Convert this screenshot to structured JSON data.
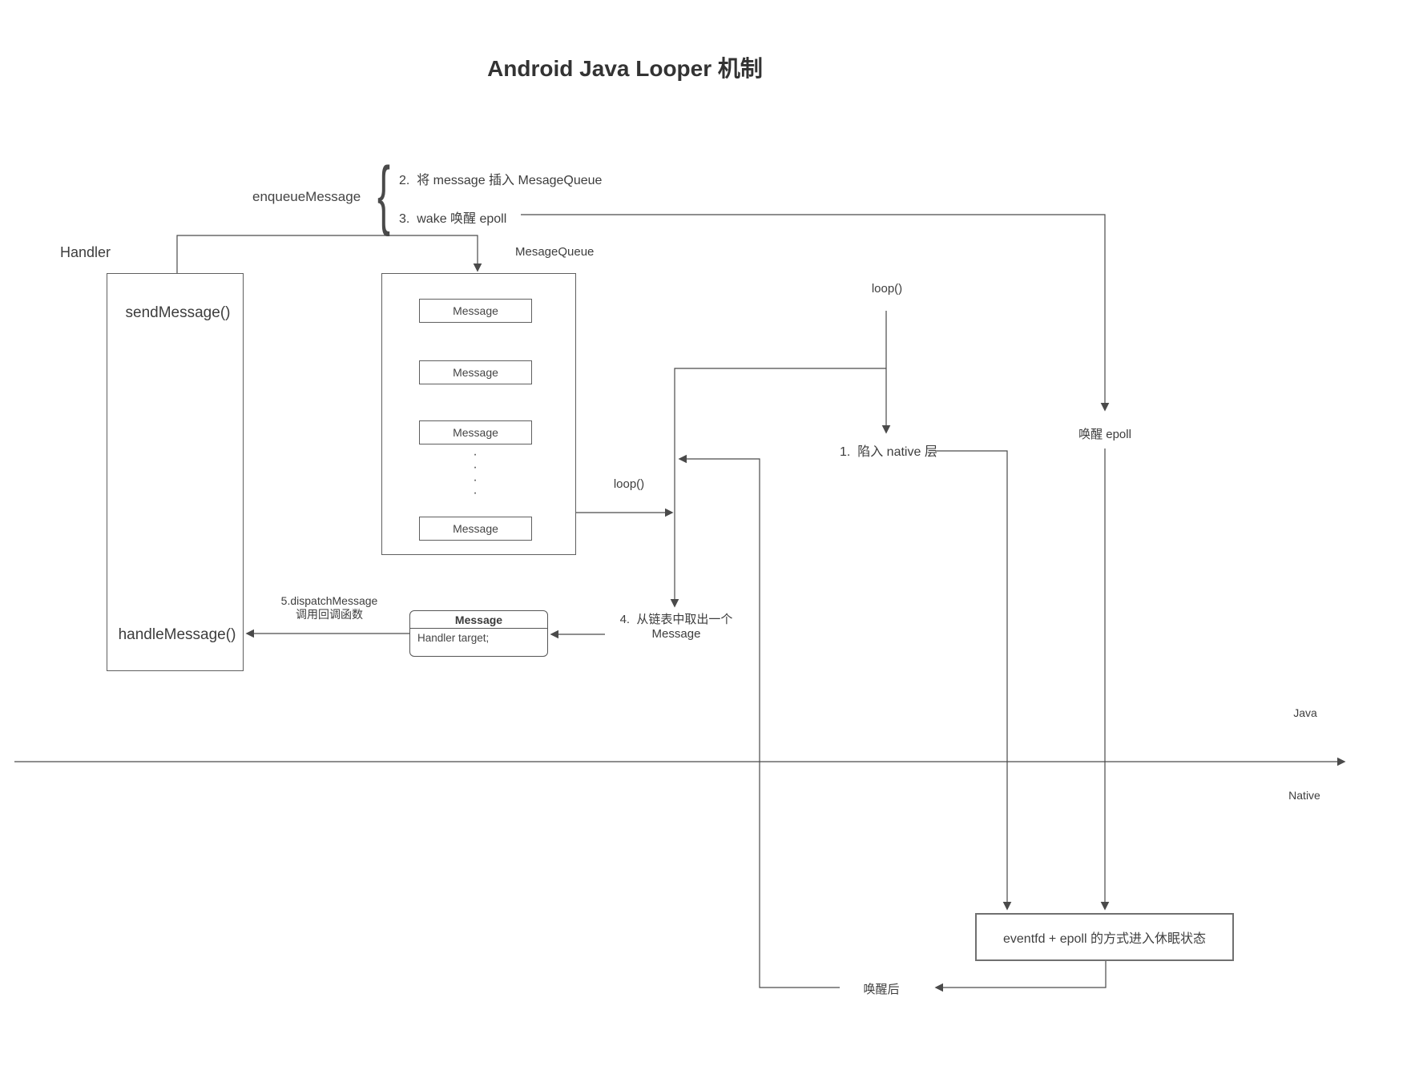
{
  "title": "Android Java Looper 机制",
  "colors": {
    "line": "#4a4a4a",
    "text": "#3d3d3d",
    "border": "#5f5f5f"
  },
  "handler": {
    "label": "Handler",
    "send_method": "sendMessage()",
    "handle_method": "handleMessage()"
  },
  "enqueue": {
    "label": "enqueueMessage",
    "brace": "{",
    "step2": "2.  将 message 插入 MesageQueue",
    "step3": "3.  wake 唤醒 epoll"
  },
  "queue": {
    "label": "MesageQueue",
    "items": [
      "Message",
      "Message",
      "Message",
      "Message"
    ],
    "dots": "·\n·\n·\n·"
  },
  "loops": {
    "top": "loop()",
    "mid": "loop()"
  },
  "steps": {
    "native": "1.  陷入 native 层",
    "take_line1": "4.  从链表中取出一个",
    "take_line2": "Message",
    "dispatch_line1": "5.dispatchMessage",
    "dispatch_line2": "调用回调函数"
  },
  "labels": {
    "wake_epoll": "唤醒 epoll",
    "after_wake": "唤醒后",
    "java": "Java",
    "native": "Native"
  },
  "message_detail": {
    "header": "Message",
    "field": "Handler target;"
  },
  "sleep_box": {
    "text": "eventfd + epoll 的方式进入休眠状态"
  }
}
